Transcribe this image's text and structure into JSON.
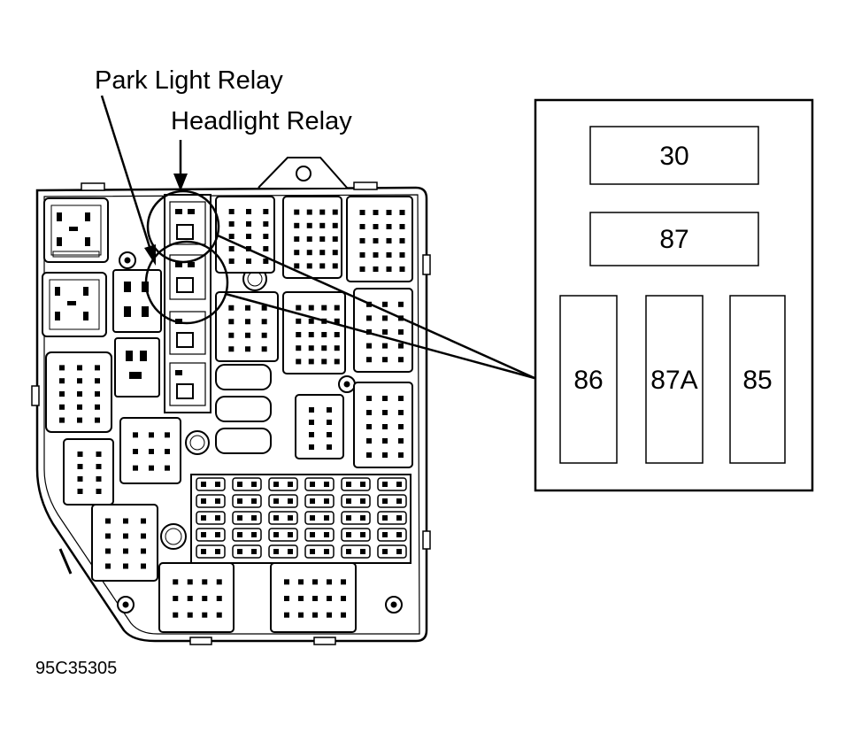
{
  "labels": {
    "park_light_relay": "Park Light Relay",
    "headlight_relay": "Headlight Relay",
    "figure_code": "95C35305"
  },
  "pin_diagram": {
    "pins": [
      "30",
      "87",
      "86",
      "87A",
      "85"
    ]
  }
}
